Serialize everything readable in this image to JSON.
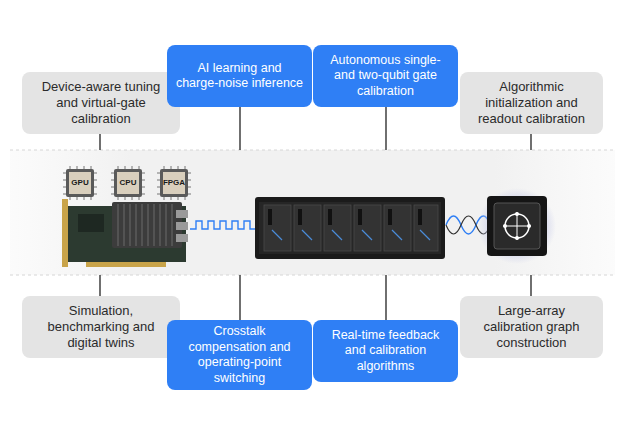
{
  "diagram": {
    "nodes": [
      {
        "text": [
          "Device-aware tuning and virtual-gate calibration"
        ]
      },
      {
        "text": [
          "AI learning and charge-noise inference"
        ]
      },
      {
        "text": [
          "Autonomous single- and two-qubit gate calibration"
        ]
      },
      {
        "text": [
          "Algorithmic initialization and readout calibration"
        ]
      },
      {
        "text": [
          "Simulation, benchmarking and digital twins"
        ]
      },
      {
        "text": [
          "Crosstalk compensation and operating-point switching"
        ]
      },
      {
        "text": [
          "Real-time feedback and calibration algorithms"
        ]
      },
      {
        "text": [
          "Large-array calibration graph construction"
        ]
      }
    ],
    "labels": [
      "GPU",
      "CPU",
      "FPGA"
    ]
  }
}
